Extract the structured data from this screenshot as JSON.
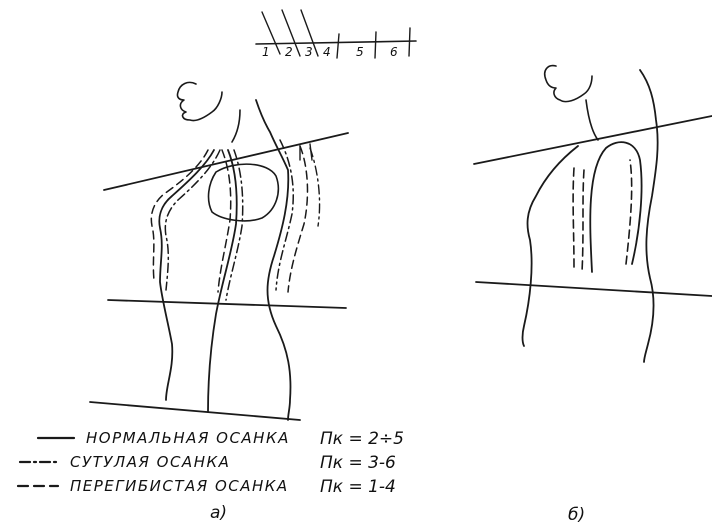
{
  "scale": {
    "labels": [
      "1",
      "2",
      "3",
      "4",
      "5",
      "6"
    ]
  },
  "legend": [
    {
      "name": "НОРМАЛЬНАЯ  ОСАНКА",
      "pk": "Пк = 2÷5"
    },
    {
      "name": "СУТУЛАЯ  ОСАНКА",
      "pk": "Пк = 3-6"
    },
    {
      "name": "ПЕРЕГИБИСТАЯ  ОСАНКА",
      "pk": "Пк = 1-4"
    }
  ],
  "captions": {
    "left": "а)",
    "right": "б)"
  },
  "colors": {
    "ink": "#1a1a1a",
    "paper": "#ffffff"
  }
}
